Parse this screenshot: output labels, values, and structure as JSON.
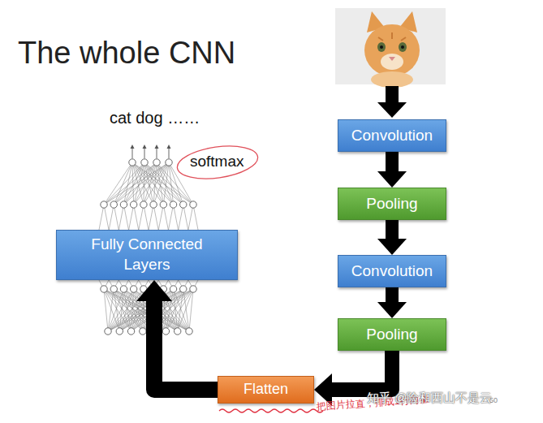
{
  "diagram": {
    "title": "The whole CNN",
    "nodes": [
      {
        "text": [
          "Convolution"
        ]
      },
      {
        "text": [
          "Pooling"
        ]
      },
      {
        "text": [
          "Convolution"
        ]
      },
      {
        "text": [
          "Pooling"
        ]
      },
      {
        "text": [
          "Flatten"
        ]
      },
      {
        "text": [
          "Fully Connected Layers"
        ]
      }
    ],
    "edges": [
      {
        "from": 0,
        "to": 1,
        "arrow": "to"
      },
      {
        "from": 1,
        "to": 2,
        "arrow": "to"
      },
      {
        "from": 2,
        "to": 3,
        "arrow": "to"
      },
      {
        "from": 3,
        "to": 4,
        "arrow": "to"
      },
      {
        "from": 4,
        "to": 5,
        "arrow": "to"
      }
    ],
    "labels": [
      "cat dog ……",
      "softmax",
      "把图片拉直，排成1行向量",
      "知乎 @险和西山不是云",
      "50"
    ]
  }
}
